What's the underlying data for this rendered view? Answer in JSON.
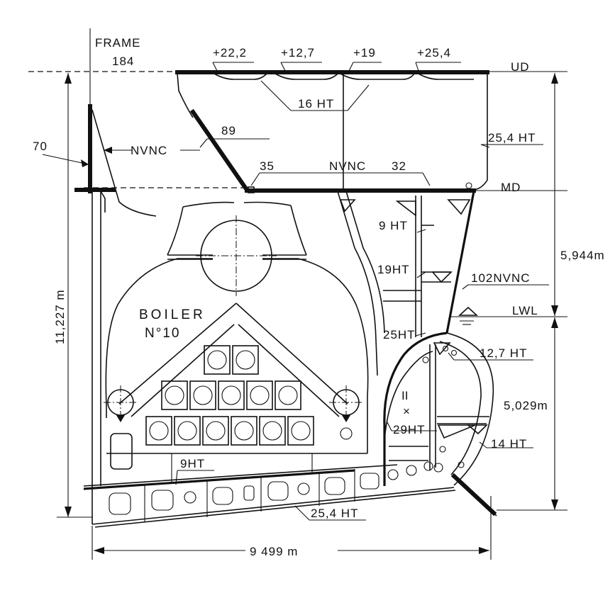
{
  "labels": {
    "frame": "FRAME",
    "frame_no": "184",
    "plate_1": "+22,2",
    "plate_2": "+12,7",
    "plate_3": "+19",
    "plate_4": "+25,4",
    "upper_deck": "UD",
    "ht16": "16 HT",
    "ht254_side": "25,4 HT",
    "nvnc_1": "NVNC",
    "t89": "89",
    "t70": "70",
    "t35": "35",
    "nvnc_2": "NVNC",
    "t32": "32",
    "main_deck": "MD",
    "ht9_upper": "9 HT",
    "depth_dim": "11,227 m",
    "dim_5944": "5,944m",
    "ht19": "19HT",
    "nvnc_102": "102NVNC",
    "lwl": "LWL",
    "boiler": "BOILER",
    "boiler_no": "N°10",
    "ht25": "25HT",
    "ht127": "12,7 HT",
    "compartment": "II",
    "compartment_x": "×",
    "dim_5029": "5,029m",
    "ht29": "29HT",
    "ht14": "14 HT",
    "ht9_lower": "9HT",
    "ht254_bottom": "25,4 HT",
    "breadth_dim": "9 499 m"
  }
}
